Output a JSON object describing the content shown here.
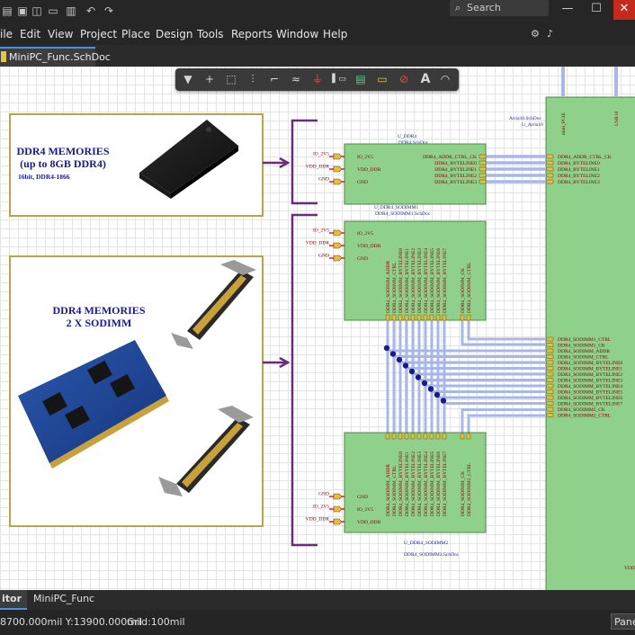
{
  "search": {
    "placeholder": "Search"
  },
  "menu": [
    "ile",
    "Edit",
    "View",
    "Project",
    "Place",
    "Design",
    "Tools",
    "Reports",
    "Window",
    "Help"
  ],
  "tab": {
    "label": "MiniPC_Func.SchDoc"
  },
  "blocks": {
    "ddr4_title_1": "DDR4 MEMORIES",
    "ddr4_title_2": "(up to 8GB DDR4)",
    "ddr4_sub": "16bit, DDR4-1866",
    "sodimm_title_1": "DDR4 MEMORIES",
    "sodimm_title_2": "2 X SODIMM"
  },
  "sheet_ddr4": {
    "designator": "U_DDR4",
    "file": "DDR4.SchDoc",
    "left_ports": [
      "IO_2V5",
      "VDD_DDR",
      "GND"
    ],
    "left_nets": [
      "IO_2V5",
      "VDD_DDR",
      "GND"
    ],
    "right_ports": [
      "DDR4_ADDR_CTRL_CK",
      "DDR4_BYTELINE0",
      "DDR4_BYTELINE1",
      "DDR4_BYTELINE2",
      "DDR4_BYTELINE3"
    ]
  },
  "sheet_sodimm1": {
    "designator": "U_DDR4_SODIMM1",
    "file": "DDR4_SODIMM1.SchDoc",
    "left_ports": [
      "IO_2V5",
      "VDD_DDR",
      "GND"
    ],
    "left_nets": [
      "IO_2V5",
      "VDD_DDR",
      "GND"
    ],
    "bottom_ports": [
      "DDR4_SODIMM_ADDR",
      "DDR4_SODIMM_CTRL",
      "DDR4_SODIMM_BYTELINE0",
      "DDR4_SODIMM_BYTELINE1",
      "DDR4_SODIMM_BYTELINE2",
      "DDR4_SODIMM_BYTELINE3",
      "DDR4_SODIMM_BYTELINE4",
      "DDR4_SODIMM_BYTELINE5",
      "DDR4_SODIMM_BYTELINE6",
      "DDR4_SODIMM_BYTELINE7",
      "DDR4_SODIMM_CK",
      "DDR4_SODIMM_CTRL"
    ]
  },
  "sheet_sodimm2": {
    "designator": "U_DDR4_SODIMM2",
    "file": "DDR4_SODIMM2.SchDoc",
    "left_ports": [
      "GND",
      "IO_2V5",
      "VDD_DDR"
    ],
    "left_nets": [
      "GND",
      "IO_2V5",
      "VDD_DDR"
    ],
    "top_ports": [
      "DDR4_SODIMM_ADDR",
      "DDR4_SODIMM_CTRL",
      "DDR4_SODIMM_BYTELINE0",
      "DDR4_SODIMM_BYTELINE1",
      "DDR4_SODIMM_BYTELINE2",
      "DDR4_SODIMM_BYTELINE3",
      "DDR4_SODIMM_BYTELINE4",
      "DDR4_SODIMM_BYTELINE5",
      "DDR4_SODIMM_BYTELINE6",
      "DDR4_SODIMM_BYTELINE7",
      "DDR4_SODIMM_CK",
      "DDR4_SODIMM2_CTRL"
    ]
  },
  "sheet_fpga": {
    "designator_1": "Arria10.SchDoc",
    "designator_2": "U_Arria10",
    "top_ports": [
      "mini_PCIE",
      "USB10"
    ],
    "right_ports_top": [
      "DDR4_ADDR_CTRL_CK",
      "DDR4_BYTELINE0",
      "DDR4_BYTELINE1",
      "DDR4_BYTELINE2",
      "DDR4_BYTELINE3"
    ],
    "right_ports_bottom": [
      "DDR4_SODIMM1_CTRL",
      "DDR4_SODIMM1_CK",
      "DDR4_SODIMM_ADDR",
      "DDR4_SODIMM_CTRL",
      "DDR4_SODIMM_BYTELINE0",
      "DDR4_SODIMM_BYTELINE1",
      "DDR4_SODIMM_BYTELINE2",
      "DDR4_SODIMM_BYTELINE3",
      "DDR4_SODIMM_BYTELINE4",
      "DDR4_SODIMM_BYTELINE5",
      "DDR4_SODIMM_BYTELINE6",
      "DDR4_SODIMM_BYTELINE7",
      "DDR4_SODIMM2_CK",
      "DDR4_SODIMM2_CTRL"
    ],
    "corner_label": "VDD"
  },
  "panels": {
    "tab1": "itor",
    "tab2": "MiniPC_Func"
  },
  "status": {
    "coords": "8700.000mil Y:13900.000mil",
    "grid": "Grid:100mil",
    "panels": "Pane"
  },
  "colors": {
    "sheet_fill": "#8fd18a",
    "sheet_border": "#4a8a44",
    "bracket": "#6b2a7a",
    "bus": "#a9b7e8",
    "port_text": "#7a0000",
    "net_text": "#1a2a8a",
    "frame": "#b8a548"
  }
}
